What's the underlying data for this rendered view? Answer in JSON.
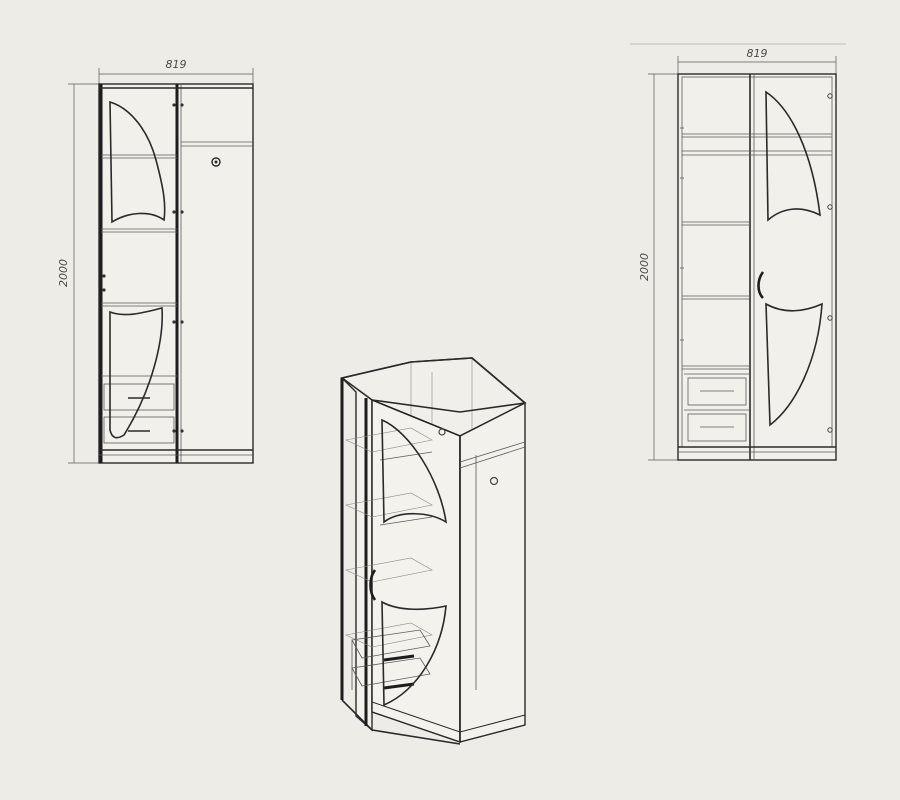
{
  "drawings": {
    "front_view": {
      "width_label": "819",
      "height_label": "2000"
    },
    "door_view": {
      "width_label": "819",
      "height_label": "2000"
    }
  }
}
